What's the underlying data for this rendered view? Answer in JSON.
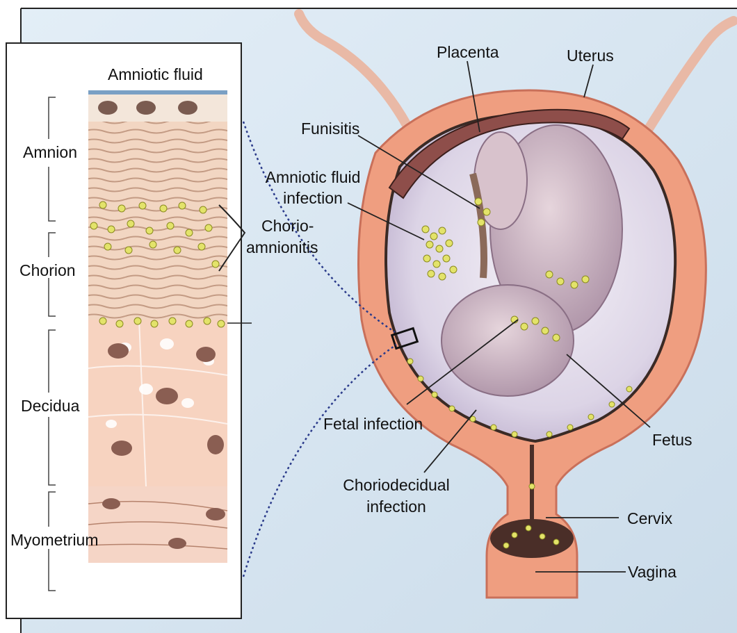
{
  "diagram": {
    "inset": {
      "top_label": "Amniotic fluid",
      "layers": [
        {
          "label": "Amnion"
        },
        {
          "label": "Chorion"
        },
        {
          "label": "Decidua"
        },
        {
          "label": "Myometrium"
        }
      ]
    },
    "labels": {
      "chorioamnionitis": [
        "Chorio-",
        "amnionitis"
      ],
      "placenta": "Placenta",
      "uterus": "Uterus",
      "funisitis": "Funisitis",
      "amniotic_fluid_infection": [
        "Amniotic fluid",
        "infection"
      ],
      "fetal_infection": "Fetal infection",
      "choriodecidual_infection": [
        "Choriodecidual",
        "infection"
      ],
      "fetus": "Fetus",
      "cervix": "Cervix",
      "vagina": "Vagina"
    },
    "colors": {
      "background": "#d6e6f3",
      "uterine_wall": "#ef9e80",
      "bacteria": "#e3e36a",
      "amniotic_cavity": "#e7e2ee",
      "inset_tissue": "#f2d6c2"
    }
  }
}
